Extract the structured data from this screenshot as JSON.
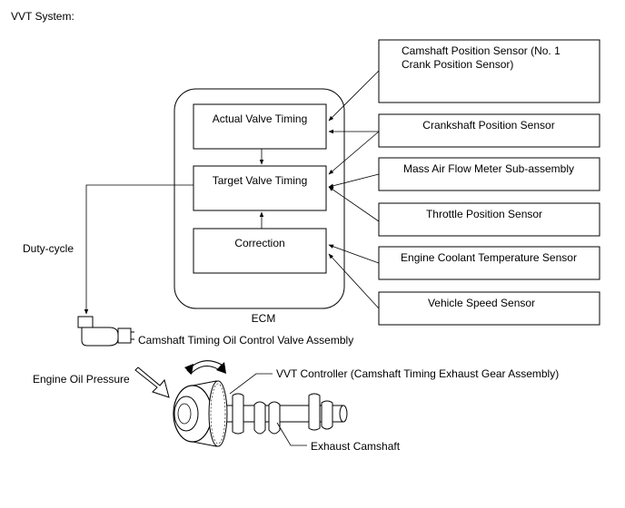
{
  "title": "VVT System:",
  "ecm": {
    "label": "ECM",
    "actual_valve_timing": "Actual Valve Timing",
    "target_valve_timing": "Target Valve Timing",
    "correction": "Correction"
  },
  "sensors": {
    "camshaft_position_line1": "Camshaft Position Sensor (No. 1",
    "camshaft_position_line2": "Crank Position Sensor)",
    "crankshaft_position": "Crankshaft Position Sensor",
    "mass_air_flow": "Mass Air Flow Meter Sub-assembly",
    "throttle_position": "Throttle Position Sensor",
    "engine_coolant_temp": "Engine Coolant Temperature Sensor",
    "vehicle_speed": "Vehicle Speed Sensor"
  },
  "labels": {
    "duty_cycle": "Duty-cycle",
    "ocv": "Camshaft Timing Oil Control Valve Assembly",
    "engine_oil_pressure": "Engine Oil Pressure",
    "vvt_controller": "VVT Controller (Camshaft Timing Exhaust Gear Assembly)",
    "exhaust_camshaft": "Exhaust Camshaft"
  }
}
